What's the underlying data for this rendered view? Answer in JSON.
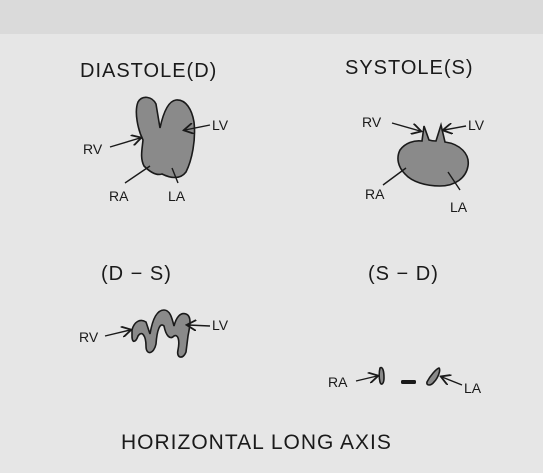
{
  "panels": {
    "diastole": {
      "title": "DIASTOLE(D)",
      "labels": {
        "rv": "RV",
        "lv": "LV",
        "ra": "RA",
        "la": "LA"
      }
    },
    "systole": {
      "title": "SYSTOLE(S)",
      "labels": {
        "rv": "RV",
        "lv": "LV",
        "ra": "RA",
        "la": "LA"
      }
    },
    "d_minus_s": {
      "title": "(D − S)",
      "labels": {
        "rv": "RV",
        "lv": "LV"
      }
    },
    "s_minus_d": {
      "title": "(S − D)",
      "labels": {
        "ra": "RA",
        "la": "LA"
      }
    }
  },
  "footer": {
    "caption": "HORIZONTAL LONG AXIS"
  },
  "colors": {
    "background": "#e6e6e6",
    "shape_fill": "#8a8a8a",
    "ink": "#1a1a1a"
  }
}
